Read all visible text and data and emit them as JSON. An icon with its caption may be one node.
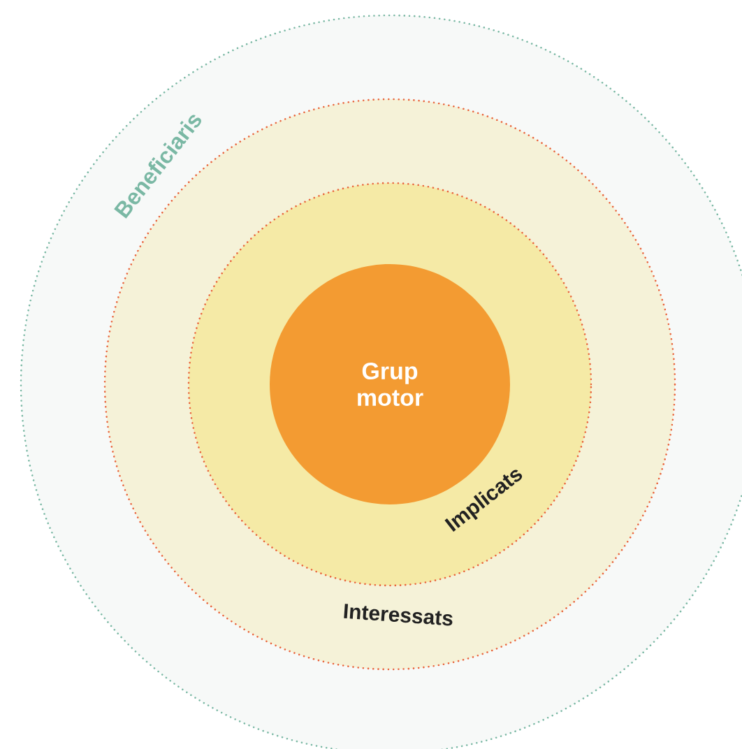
{
  "diagram": {
    "nodes": [
      {
        "text": [
          "Beneficiaris"
        ]
      },
      {
        "text": [
          "Interessats"
        ],
        "in": 0
      },
      {
        "text": [
          "Implicats"
        ],
        "in": 1
      },
      {
        "text": [
          "Grup motor"
        ],
        "in": 2
      }
    ]
  }
}
